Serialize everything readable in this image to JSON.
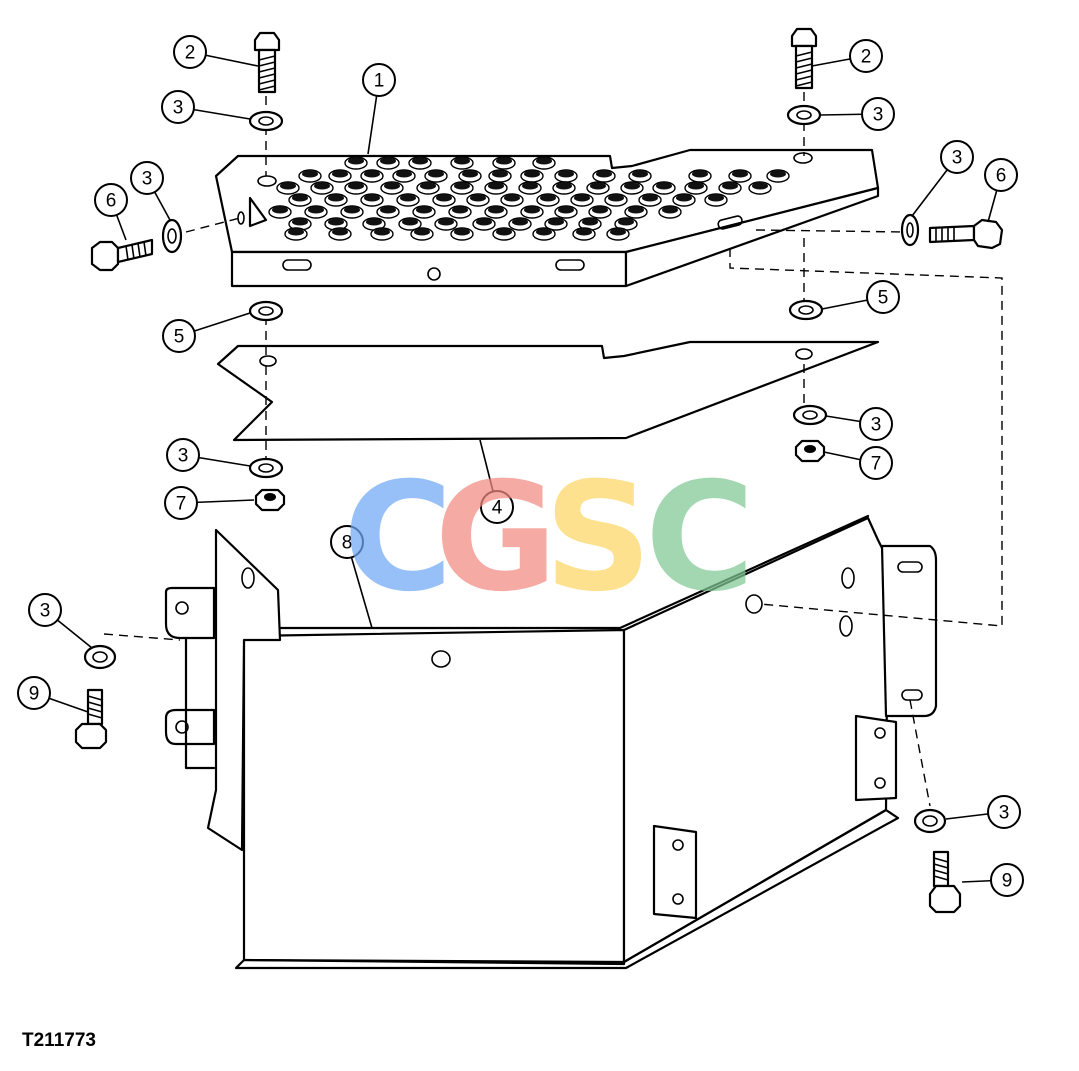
{
  "figure_id": "T211773",
  "watermark": {
    "letters": [
      "C",
      "G",
      "S",
      "C"
    ],
    "colors": [
      "#6fa8f5",
      "#f28b82",
      "#fdd663",
      "#81c995"
    ]
  },
  "callouts": [
    "1",
    "2",
    "2",
    "3",
    "3",
    "3",
    "3",
    "3",
    "3",
    "3",
    "3",
    "3",
    "4",
    "5",
    "5",
    "6",
    "6",
    "7",
    "7",
    "8",
    "9",
    "9"
  ]
}
